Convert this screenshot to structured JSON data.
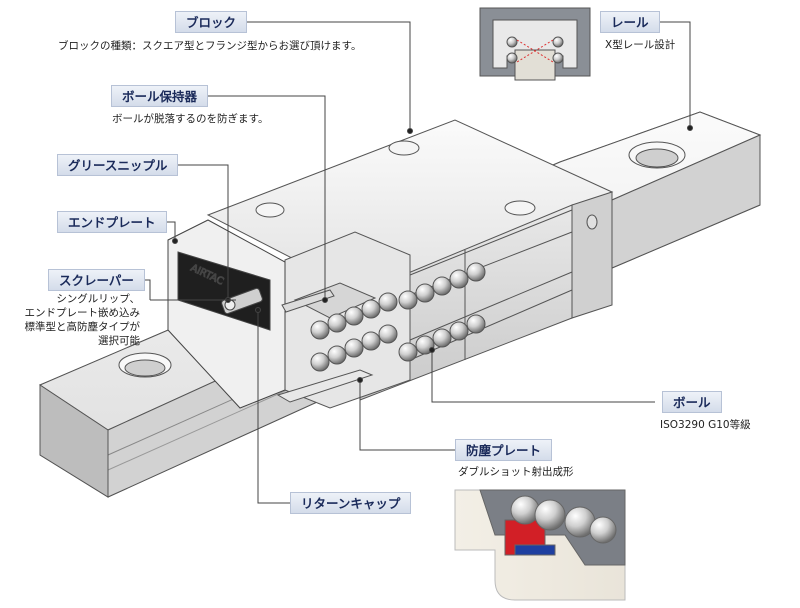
{
  "labels": {
    "block": {
      "title": "ブロック",
      "desc": "ブロックの種類：スクエア型とフランジ型からお選び頂けます。"
    },
    "ball_retainer": {
      "title": "ボール保持器",
      "desc": "ボールが脱落するのを防ぎます。"
    },
    "grease_nipple": {
      "title": "グリースニップル"
    },
    "end_plate": {
      "title": "エンドプレート"
    },
    "scraper": {
      "title": "スクレーパー",
      "desc_lines": [
        "シングルリップ、",
        "エンドプレート嵌め込み",
        "標準型と高防塵タイプが",
        "選択可能"
      ]
    },
    "rail": {
      "title": "レール",
      "desc": "X型レール設計"
    },
    "ball": {
      "title": "ボール",
      "desc": "ISO3290 G10等級"
    },
    "dust_plate": {
      "title": "防塵プレート",
      "desc": "ダブルショット射出成形"
    },
    "return_cap": {
      "title": "リターンキャップ"
    }
  },
  "logo_text": "AIRTAC",
  "colors": {
    "tag_text": "#1a2a5a",
    "steel_light": "#f2f2f2",
    "steel_mid": "#d9d9d9",
    "steel_dark": "#9a9a9a",
    "seal_red": "#d21f26",
    "seal_blue": "#1e3fa0"
  }
}
